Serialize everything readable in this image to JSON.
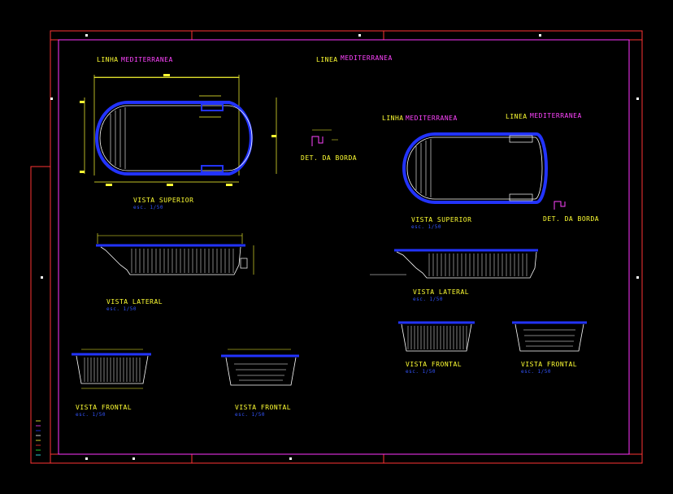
{
  "titles": {
    "linha_1": "LINHA",
    "mediterranea_1": "MEDITERRANEA",
    "linea_1": "LINEA",
    "mediterranea_2": "MEDITERRANEA",
    "linha_2": "LINHA",
    "mediterranea_3": "MEDITERRANEA",
    "linea_2": "LINEA",
    "mediterranea_4": "MEDITERRANEA"
  },
  "views": {
    "vista_superior_1": "VISTA SUPERIOR",
    "vista_superior_2": "VISTA SUPERIOR",
    "vista_lateral_1": "VISTA LATERAL",
    "vista_lateral_2": "VISTA LATERAL",
    "vista_frontal_1": "VISTA FRONTAL",
    "vista_frontal_2": "VISTA FRONTAL",
    "vista_frontal_3": "VISTA FRONTAL",
    "vista_frontal_4": "VISTA FRONTAL",
    "det_borda_1": "DET. DA BORDA",
    "det_borda_2": "DET. DA BORDA",
    "scale": "esc. 1/50"
  },
  "colors": {
    "background": "#000000",
    "frame": "#ff3333",
    "inner_frame": "#ff33ff",
    "pool_edge": "#2233ff",
    "dimension": "#ffff33",
    "hatch": "#ffffff"
  }
}
